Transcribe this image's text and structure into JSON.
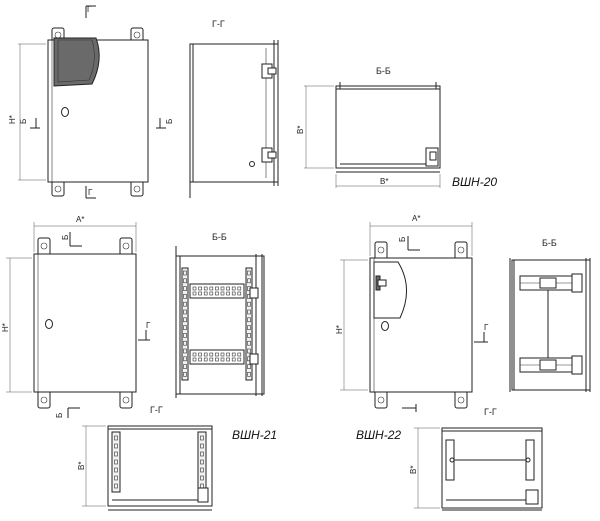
{
  "labels": {
    "section_g": "Г-Г",
    "section_b": "Б-Б",
    "mark_g": "Г",
    "mark_b": "Б",
    "dim_a": "А*",
    "dim_b": "В*",
    "dim_h": "Н*"
  },
  "models": {
    "m20": "ВШН-20",
    "m21": "ВШН-21",
    "m22": "ВШН-22"
  },
  "colors": {
    "line": "#222222",
    "cutout": "#6a6a6a",
    "panel": "#f2f2f2"
  }
}
